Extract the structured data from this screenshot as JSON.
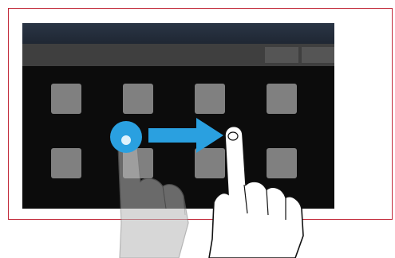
{
  "illustration": {
    "gesture": "drag-right",
    "colors": {
      "frame_border": "#c22a3a",
      "screen_background": "#0c0c0c",
      "top_bar": "#2a3545",
      "toolbar": "#3f3f3f",
      "tile": "#808080",
      "touch_point": "#2aa0e0",
      "arrow": "#2aa0e0"
    },
    "grid": {
      "rows": 2,
      "columns": 4
    },
    "toolbar_buttons": 2,
    "icons": [
      "touch-point-icon",
      "drag-arrow-icon",
      "hand-start-icon",
      "hand-end-icon"
    ]
  }
}
